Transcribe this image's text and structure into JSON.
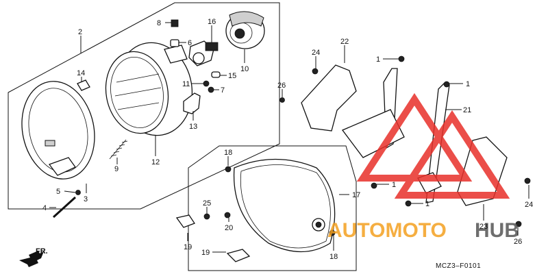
{
  "diagram": {
    "code": "MCZ3–F0101",
    "direction_label": "FR.",
    "watermark": {
      "part1": "AUTOMOTO",
      "part2": "HUB",
      "color1": "#f4a020",
      "color2": "#555555",
      "triangle_color": "#e8302a"
    },
    "callouts": [
      {
        "id": "c8",
        "text": "8"
      },
      {
        "id": "c16",
        "text": "16"
      },
      {
        "id": "c2",
        "text": "2"
      },
      {
        "id": "c6",
        "text": "6"
      },
      {
        "id": "c10",
        "text": "10"
      },
      {
        "id": "c14",
        "text": "14"
      },
      {
        "id": "c15",
        "text": "15"
      },
      {
        "id": "c11",
        "text": "11"
      },
      {
        "id": "c7",
        "text": "7"
      },
      {
        "id": "c13",
        "text": "13"
      },
      {
        "id": "c9",
        "text": "9"
      },
      {
        "id": "c12",
        "text": "12"
      },
      {
        "id": "c5",
        "text": "5"
      },
      {
        "id": "c3",
        "text": "3"
      },
      {
        "id": "c4",
        "text": "4"
      },
      {
        "id": "c24a",
        "text": "24"
      },
      {
        "id": "c22",
        "text": "22"
      },
      {
        "id": "c1a",
        "text": "1"
      },
      {
        "id": "c1b",
        "text": "1"
      },
      {
        "id": "c26a",
        "text": "26"
      },
      {
        "id": "c21",
        "text": "21"
      },
      {
        "id": "c18a",
        "text": "18"
      },
      {
        "id": "c1c",
        "text": "1"
      },
      {
        "id": "c17",
        "text": "17"
      },
      {
        "id": "c1d",
        "text": "1"
      },
      {
        "id": "c25",
        "text": "25"
      },
      {
        "id": "c20",
        "text": "20"
      },
      {
        "id": "c19a",
        "text": "19"
      },
      {
        "id": "c19b",
        "text": "19"
      },
      {
        "id": "c18b",
        "text": "18"
      },
      {
        "id": "c24b",
        "text": "24"
      },
      {
        "id": "c23",
        "text": "23"
      },
      {
        "id": "c26b",
        "text": "26"
      }
    ]
  }
}
